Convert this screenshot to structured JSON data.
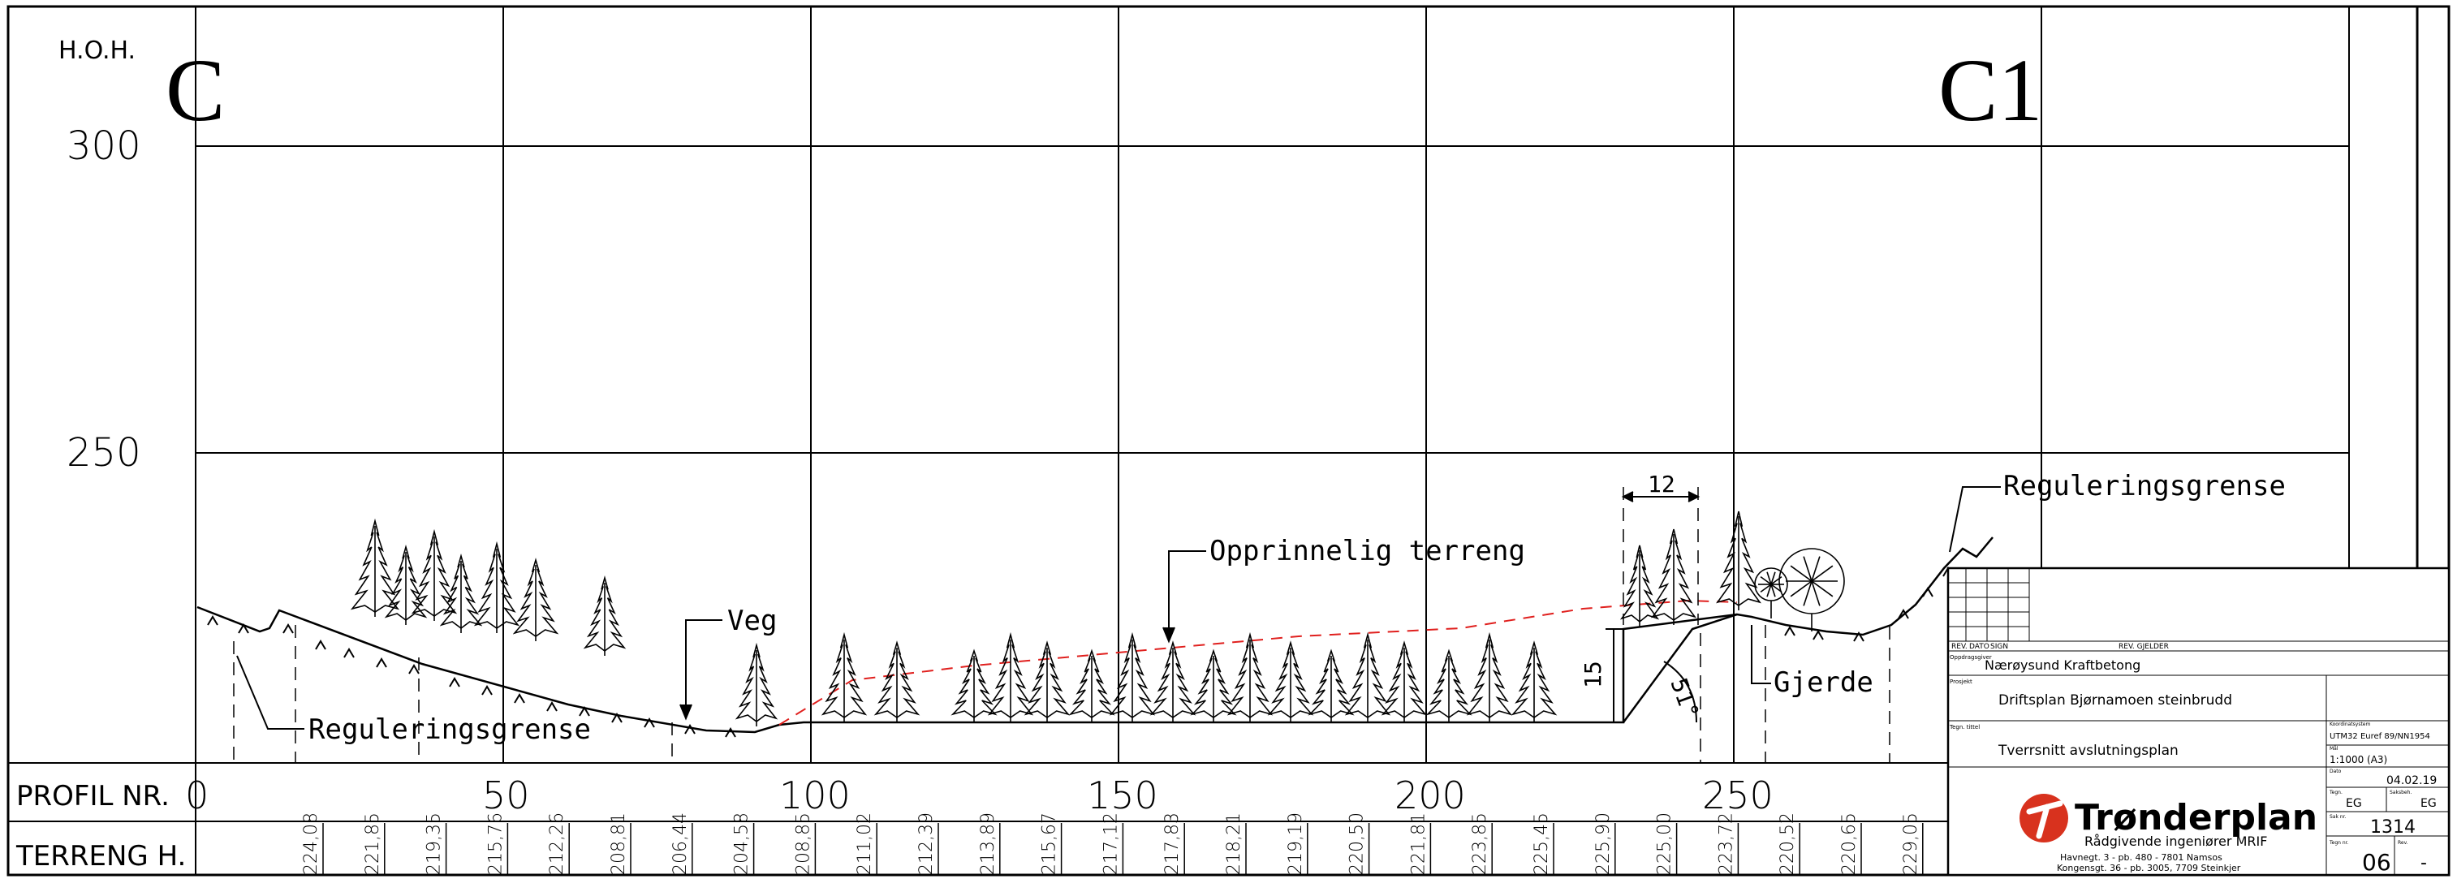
{
  "drawing": {
    "hoh_label": "H.O.H.",
    "section_start": "C",
    "section_end": "C1",
    "elevation_ticks": [
      "300",
      "250"
    ],
    "profil_label": "PROFIL NR.",
    "terreng_label": "TERRENG H.",
    "profil_numbers": [
      "0",
      "50",
      "100",
      "150",
      "200",
      "250"
    ],
    "terreng_values": [
      "224,08",
      "221,85",
      "219,35",
      "215,76",
      "212,26",
      "208,81",
      "206,44",
      "204,58",
      "208,85",
      "211,02",
      "212,39",
      "213,89",
      "215,67",
      "217,12",
      "217,83",
      "218,21",
      "219,19",
      "220,50",
      "221,81",
      "223,85",
      "225,45",
      "225,90",
      "225,00",
      "223,72",
      "220,52",
      "220,65",
      "229,05"
    ],
    "annotations": {
      "veg": "Veg",
      "reguleringsgrense_left": "Reguleringsgrense",
      "reguleringsgrense_right": "Reguleringsgrense",
      "opprinnelig_terreng": "Opprinnelig terreng",
      "gjerde": "Gjerde",
      "dim_width": "12",
      "dim_height": "15",
      "angle": "51°"
    },
    "colors": {
      "line": "#000000",
      "original_terrain": "#e0201e",
      "logo_red": "#d8321e"
    }
  },
  "title_block": {
    "rev_headers": [
      "REV.",
      "DATO",
      "SIGN",
      "REV. GJELDER"
    ],
    "oppdragsgiver_label": "Oppdragsgiver",
    "oppdragsgiver": "Nærøysund Kraftbetong",
    "prosjekt_label": "Prosjekt",
    "prosjekt": "Driftsplan Bjørnamoen steinbrudd",
    "tegn_tittel_label": "Tegn. tittel",
    "tegn_tittel": "Tverrsnitt avslutningsplan",
    "koordinatsystem_label": "Koordinatsystem",
    "koordinatsystem": "UTM32 Euref 89/NN1954",
    "malestokk_label": "Mål",
    "malestokk": "1:1000 (A3)",
    "dato_label": "Dato",
    "dato": "04.02.19",
    "tegn_label": "Tegn.",
    "tegn": "EG",
    "saksbeh_label": "Saksbeh.",
    "saksbeh": "EG",
    "sak_nr_label": "Sak nr.",
    "sak_nr": "1314",
    "tegn_nr_label": "Tegn nr.",
    "tegn_nr": "06",
    "rev_label": "Rev.",
    "rev": "-",
    "company": "Trønderplan",
    "company_sub": "Rådgivende ingeniører MRIF",
    "address1": "Havnegt. 3 - pb. 480 - 7801 Namsos",
    "address2": "Kongensgt. 36 - pb. 3005, 7709 Steinkjer"
  }
}
